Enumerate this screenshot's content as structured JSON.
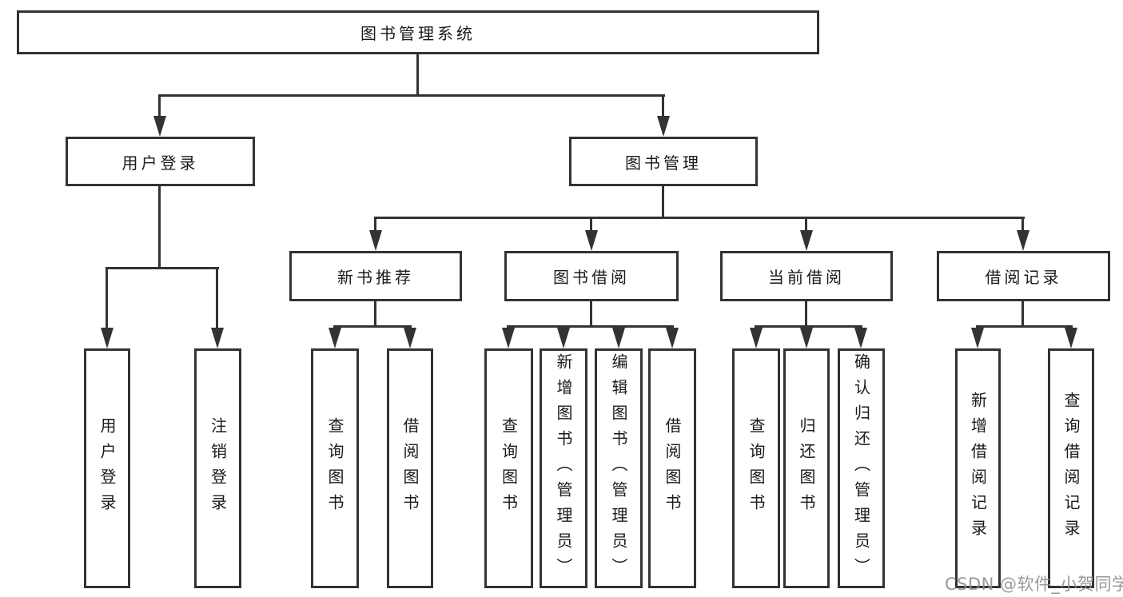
{
  "nodes": {
    "root": {
      "label": "图书管理系统"
    },
    "user_login": {
      "label": "用户登录"
    },
    "book_mgmt": {
      "label": "图书管理"
    },
    "new_book_rec": {
      "label": "新书推荐"
    },
    "book_borrow": {
      "label": "图书借阅"
    },
    "current_borrow": {
      "label": "当前借阅"
    },
    "borrow_records": {
      "label": "借阅记录"
    },
    "leaf_user_login": {
      "label": "用户登录"
    },
    "leaf_logout": {
      "label": "注销登录"
    },
    "leaf_query_book_1": {
      "label": "查询图书"
    },
    "leaf_borrow_book_1": {
      "label": "借阅图书"
    },
    "leaf_query_book_2": {
      "label": "查询图书"
    },
    "leaf_add_book": {
      "label": "新增图书（管理员）"
    },
    "leaf_edit_book": {
      "label": "编辑图书（管理员）"
    },
    "leaf_borrow_book_2": {
      "label": "借阅图书"
    },
    "leaf_query_book_3": {
      "label": "查询图书"
    },
    "leaf_return_book": {
      "label": "归还图书"
    },
    "leaf_confirm_return": {
      "label": "确认归还（管理员）"
    },
    "leaf_add_record": {
      "label": "新增借阅记录"
    },
    "leaf_query_record": {
      "label": "查询借阅记录"
    }
  },
  "watermark": {
    "text": "CSDN @软件_小贺同学"
  },
  "colors": {
    "line": "#333333",
    "text": "#1a1a1a",
    "watermark": "#8f8f8f",
    "background": "#ffffff"
  }
}
